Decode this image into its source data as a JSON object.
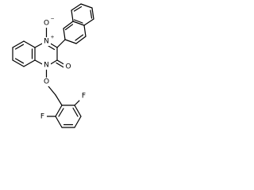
{
  "molecule": {
    "atom_labels": {
      "oxide_oxygen": "O",
      "oxide_charge": "−",
      "n_oxide": "N",
      "n_oxide_charge": "+",
      "carbonyl_oxygen": "O",
      "amide_n": "N",
      "ether_oxygen": "O",
      "fluorine_left": "F",
      "fluorine_right": "F"
    },
    "colors": {
      "bond": "#000000",
      "background": "#ffffff"
    }
  }
}
